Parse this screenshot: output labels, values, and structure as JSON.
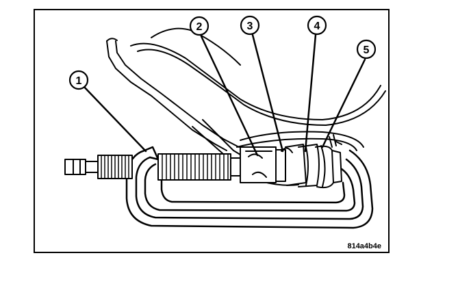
{
  "figure": {
    "code": "814a4b4e",
    "callouts": [
      "1",
      "2",
      "3",
      "4",
      "5"
    ]
  },
  "colors": {
    "ink": "#000000",
    "paper": "#ffffff"
  }
}
